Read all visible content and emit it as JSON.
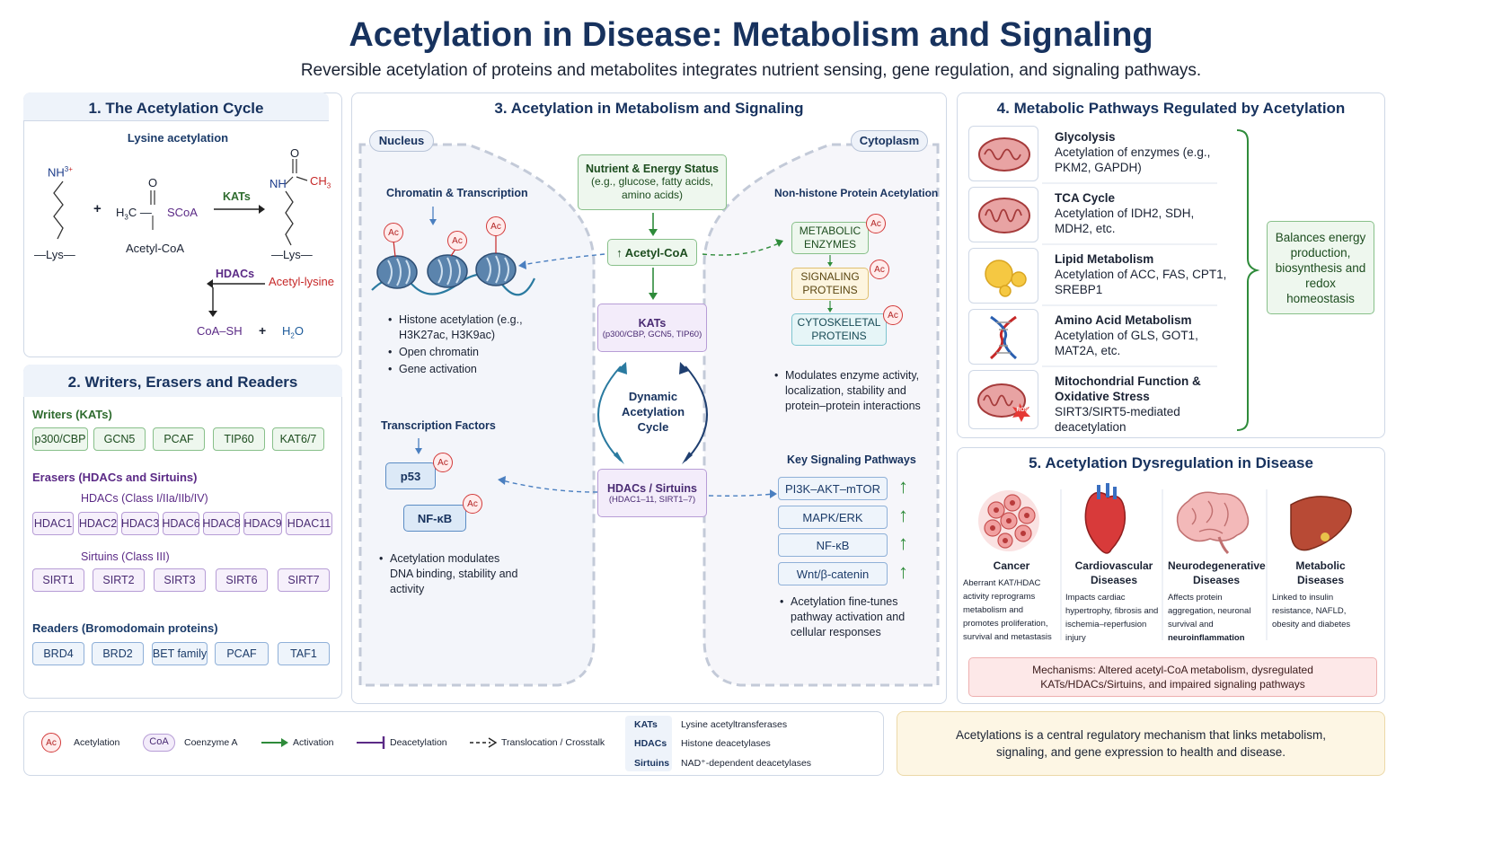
{
  "title": "Acetylation in Disease: Metabolism and Signaling",
  "subtitle": "Reversible acetylation of proteins and metabolites integrates nutrient sensing, gene regulation, and signaling pathways.",
  "panel1": {
    "title": "1. The Acetylation Cycle",
    "heading": "Lysine acetylation",
    "nh3": "NH",
    "nh3_sup": "3",
    "nh3_charge": "+",
    "lys": "—Lys—",
    "plus": "+",
    "h3c": "H",
    "h3c_sub": "3",
    "h3c_c": "C",
    "o": "O",
    "scoa": "SCoA",
    "acetyl_coa": "Acetyl-CoA",
    "kats": "KATs",
    "nh": "NH",
    "ch3": "CH",
    "ch3_sub": "3",
    "o2": "O",
    "lys2": "—Lys—",
    "acetyl_lysine": "Acetyl-lysine",
    "hdacs": "HDACs",
    "coash": "CoA–SH",
    "plus2": "+",
    "h2o": "H",
    "h2o_sub": "2",
    "h2o_o": "O"
  },
  "panel2": {
    "title": "2. Writers, Erasers and Readers",
    "writers_title": "Writers (KATs)",
    "writers": [
      "p300/CBP",
      "GCN5",
      "PCAF",
      "TIP60",
      "KAT6/7"
    ],
    "erasers_title": "Erasers (HDACs and Sirtuins)",
    "hdacs_title": "HDACs (Class I/IIa/IIb/IV)",
    "hdacs": [
      "HDAC1",
      "HDAC2",
      "HDAC3",
      "HDAC6",
      "HDAC8",
      "HDAC9",
      "HDAC11"
    ],
    "sirtuins_title": "Sirtuins (Class III)",
    "sirtuins": [
      "SIRT1",
      "SIRT2",
      "SIRT3",
      "SIRT6",
      "SIRT7"
    ],
    "readers_title": "Readers (Bromodomain proteins)",
    "readers": [
      "BRD4",
      "BRD2",
      "BET family",
      "PCAF",
      "TAF1"
    ]
  },
  "panel3": {
    "title": "3. Acetylation in Metabolism and Signaling",
    "nucleus": "Nucleus",
    "cytoplasm": "Cytoplasm",
    "chromatin_title": "Chromatin & Transcription",
    "chromatin_bullets": [
      "Histone acetylation (e.g., H3K27ac, H3K9ac)",
      "Open chromatin",
      "Gene activation"
    ],
    "tf_title": "Transcription Factors",
    "p53": "p53",
    "nfkb": "NF-κB",
    "tf_bullet": "Acetylation modulates DNA binding, stability and activity",
    "nutrient_title": "Nutrient & Energy Status",
    "nutrient_desc": "(e.g., glucose, fatty acids, amino acids)",
    "acetyl_coa": "↑ Acetyl-CoA",
    "kats_title": "KATs",
    "kats_desc": "(p300/CBP, GCN5, TIP60)",
    "dynamic": "Dynamic Acetylation Cycle",
    "hdacs_title": "HDACs / Sirtuins",
    "hdacs_desc": "(HDAC1–11, SIRT1–7)",
    "nonhistone_title": "Non-histone Protein Acetylation",
    "metabolic_enzymes": "METABOLIC ENZYMES",
    "signaling_proteins": "SIGNALING PROTEINS",
    "cytoskeletal_proteins": "CYTOSKELETAL PROTEINS",
    "nonhistone_bullet": "Modulates enzyme activity, localization, stability and protein–protein interactions",
    "signaling_title": "Key Signaling Pathways",
    "pathways": [
      "PI3K–AKT–mTOR",
      "MAPK/ERK",
      "NF-κB",
      "Wnt/β-catenin"
    ],
    "up_arrow": "↑",
    "signaling_bullet": "Acetylation fine-tunes pathway activation and cellular responses",
    "ac": "Ac"
  },
  "panel4": {
    "title": "4. Metabolic Pathways Regulated by Acetylation",
    "items": [
      {
        "name": "Glycolysis",
        "desc": "Acetylation of enzymes (e.g., PKM2, GAPDH)"
      },
      {
        "name": "TCA Cycle",
        "desc": "Acetylation of IDH2, SDH, MDH2, etc."
      },
      {
        "name": "Lipid Metabolism",
        "desc": "Acetylation of ACC, FAS, CPT1, SREBP1"
      },
      {
        "name": "Amino Acid Metabolism",
        "desc": "Acetylation of GLS, GOT1, MAT2A, etc."
      },
      {
        "name": "Mitochondrial Function & Oxidative Stress",
        "desc": "SIRT3/SIRT5-mediated deacetylation"
      }
    ],
    "balance": "Balances energy production, biosynthesis and redox homeostasis",
    "ros": "ROS"
  },
  "panel5": {
    "title": "5. Acetylation Dysregulation in Disease",
    "diseases": [
      {
        "name": "Cancer",
        "desc": "Aberrant KAT/HDAC activity reprograms metabolism and promotes proliferation, survival and metastasis"
      },
      {
        "name": "Cardiovascular Diseases",
        "desc": "Impacts cardiac hypertrophy, fibrosis and ischemia–reperfusion injury"
      },
      {
        "name": "Neurodegenerative Diseases",
        "desc": "Affects protein aggregation, neuronal survival and",
        "desc_bold": "neuroinflammation"
      },
      {
        "name": "Metabolic Diseases",
        "desc": "Linked to insulin resistance, NAFLD, obesity and diabetes"
      }
    ],
    "mechanisms": "Mechanisms: Altered acetyl-CoA metabolism, dysregulated KATs/HDACs/Sirtuins, and impaired signaling pathways"
  },
  "legend": {
    "ac": "Ac",
    "acetylation": "Acetylation",
    "coa": "CoA",
    "coenzyme": "Coenzyme A",
    "activation": "Activation",
    "deacetylation": "Deacetylation",
    "translocation": "Translocation / Crosstalk",
    "abbrevs": [
      {
        "abbr": "KATs",
        "full": "Lysine acetyltransferases"
      },
      {
        "abbr": "HDACs",
        "full": "Histone deacetylases"
      },
      {
        "abbr": "Sirtuins",
        "full": "NAD⁺-dependent deacetylases"
      }
    ]
  },
  "conclusion": "Acetylations is a central regulatory mechanism that links metabolism, signaling, and gene expression to health and disease.",
  "colors": {
    "navy": "#17325e",
    "green": "#2e8b3a",
    "purple": "#5b2a86",
    "red": "#c62828",
    "blue": "#1c3c6a"
  }
}
